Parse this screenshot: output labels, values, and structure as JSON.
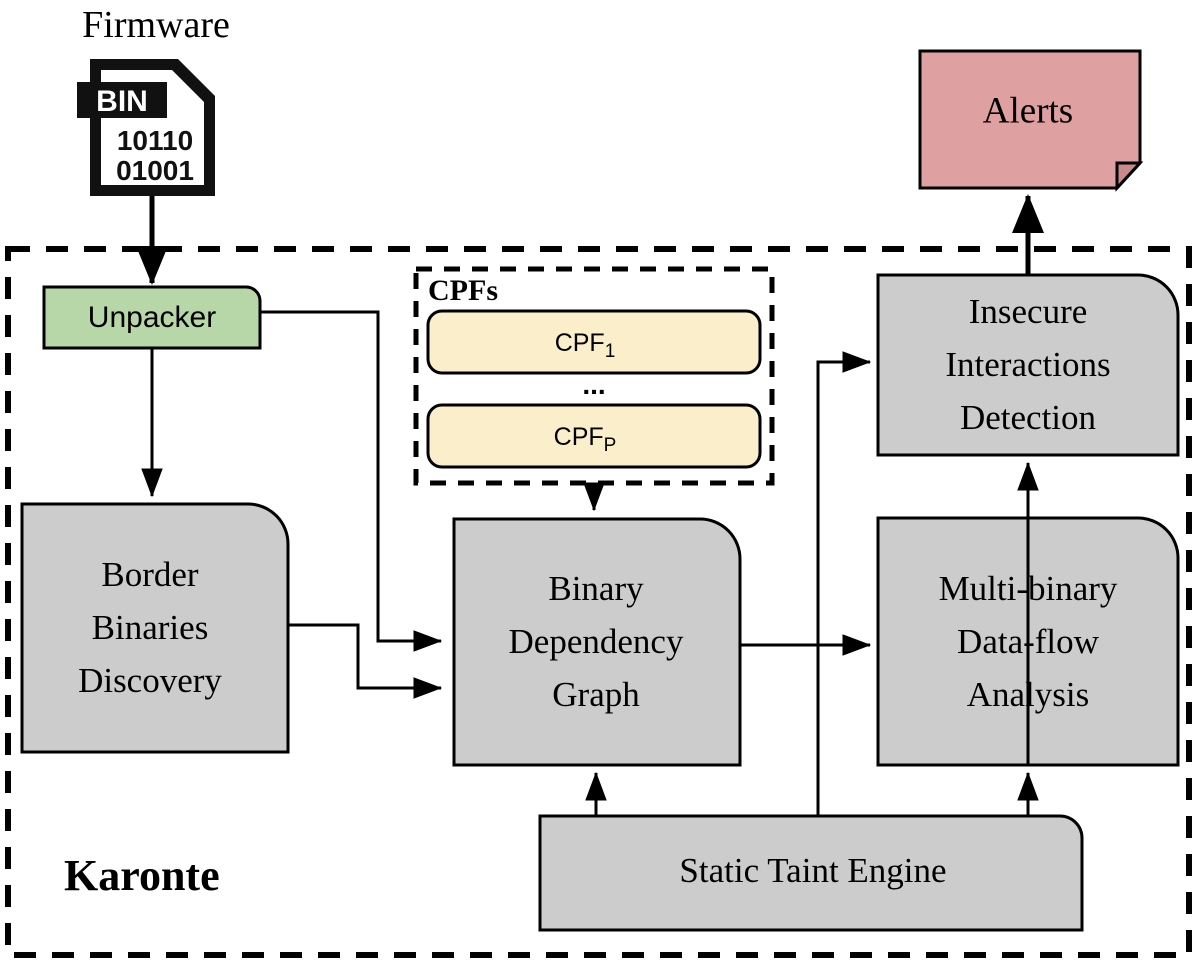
{
  "diagram": {
    "title": "Karonte architecture overview",
    "container": {
      "label": "Karonte",
      "style": "dashed-border"
    },
    "inputs": [
      {
        "name": "firmware",
        "label": "Firmware",
        "icon": "binary-file-icon",
        "icon_text": {
          "tag": "BIN",
          "row1": "10110",
          "row2": "01001"
        }
      }
    ],
    "outputs": [
      {
        "name": "alerts",
        "label": "Alerts",
        "shape": "document-folded-corner",
        "color": "#dfa0a1"
      }
    ],
    "modules": [
      {
        "name": "unpacker",
        "label": "Unpacker",
        "color": "#b7d7a8",
        "shape": "rounded-top-right"
      },
      {
        "name": "border-binaries-discovery",
        "label": "Border\nBinaries\nDiscovery",
        "lines": [
          "Border",
          "Binaries",
          "Discovery"
        ],
        "color": "#cccccc",
        "shape": "rounded-top-right"
      },
      {
        "name": "binary-dependency-graph",
        "label": "Binary\nDependency\nGraph",
        "lines": [
          "Binary",
          "Dependency",
          "Graph"
        ],
        "color": "#cccccc",
        "shape": "rounded-top-right"
      },
      {
        "name": "multi-binary-data-flow-analysis",
        "label": "Multi-binary\nData-flow\nAnalysis",
        "lines": [
          "Multi-binary",
          "Data-flow",
          "Analysis"
        ],
        "color": "#cccccc",
        "shape": "rounded-top-right"
      },
      {
        "name": "insecure-interactions-detection",
        "label": "Insecure\nInteractions\nDetection",
        "lines": [
          "Insecure",
          "Interactions",
          "Detection"
        ],
        "color": "#cccccc",
        "shape": "rounded-top-right"
      },
      {
        "name": "static-taint-engine",
        "label": "Static Taint Engine",
        "color": "#cccccc",
        "shape": "rounded-top-right"
      }
    ],
    "cpfs_group": {
      "title": "CPFs",
      "style": "dashed-border",
      "items": [
        {
          "name": "cpf-1",
          "base": "CPF",
          "sub": "1",
          "color": "#faeecb"
        },
        {
          "name": "cpf-p",
          "base": "CPF",
          "sub": "P",
          "color": "#faeecb"
        }
      ],
      "ellipsis": "..."
    },
    "edges": [
      {
        "from": "firmware",
        "to": "unpacker"
      },
      {
        "from": "unpacker",
        "to": "border-binaries-discovery"
      },
      {
        "from": "unpacker",
        "to": "binary-dependency-graph"
      },
      {
        "from": "border-binaries-discovery",
        "to": "binary-dependency-graph"
      },
      {
        "from": "cpfs",
        "to": "binary-dependency-graph"
      },
      {
        "from": "binary-dependency-graph",
        "to": "multi-binary-data-flow-analysis"
      },
      {
        "from": "multi-binary-data-flow-analysis",
        "to": "insecure-interactions-detection"
      },
      {
        "from": "insecure-interactions-detection",
        "to": "alerts"
      },
      {
        "from": "static-taint-engine",
        "to": "binary-dependency-graph"
      },
      {
        "from": "static-taint-engine",
        "to": "multi-binary-data-flow-analysis"
      },
      {
        "from": "static-taint-engine",
        "to": "insecure-interactions-detection"
      }
    ],
    "colors": {
      "stroke": "#000000",
      "background": "#ffffff",
      "module_gray": "#cccccc",
      "unpacker_green": "#b7d7a8",
      "alerts_pink": "#dfa0a1",
      "cpf_yellow": "#faeecb"
    }
  }
}
